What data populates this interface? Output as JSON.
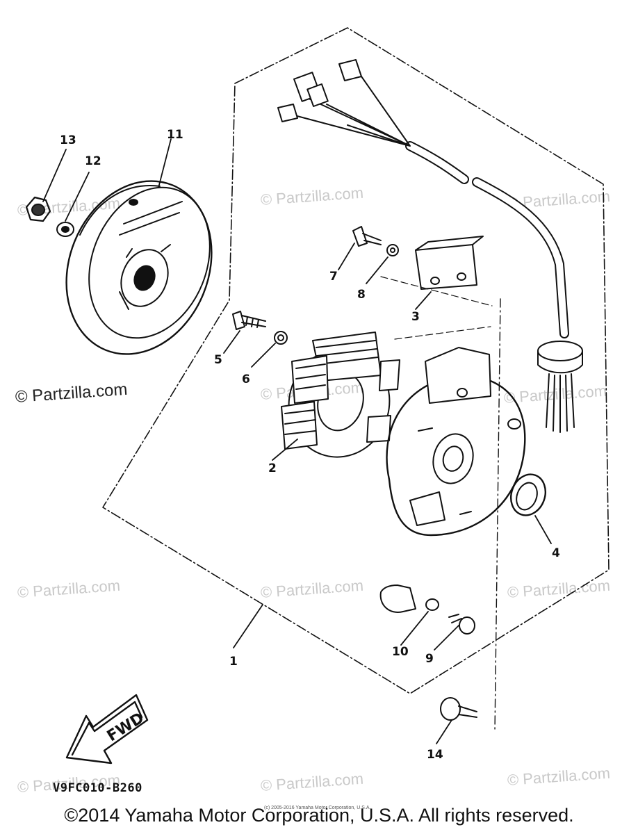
{
  "watermark_text": "© Partzilla.com",
  "diagram_code": "V9FC010-B260",
  "fwd_label": "FWD",
  "tiny_copyright": "(c) 2005-2016 Yamaha Motor Corporation, U.S.A.",
  "copyright": "©2014 Yamaha Motor Corporation, U.S.A. All rights reserved.",
  "parts": {
    "p1": "1",
    "p2": "2",
    "p3": "3",
    "p4": "4",
    "p5": "5",
    "p6": "6",
    "p7": "7",
    "p8": "8",
    "p9": "9",
    "p10": "10",
    "p11": "11",
    "p12": "12",
    "p13": "13",
    "p14": "14"
  }
}
